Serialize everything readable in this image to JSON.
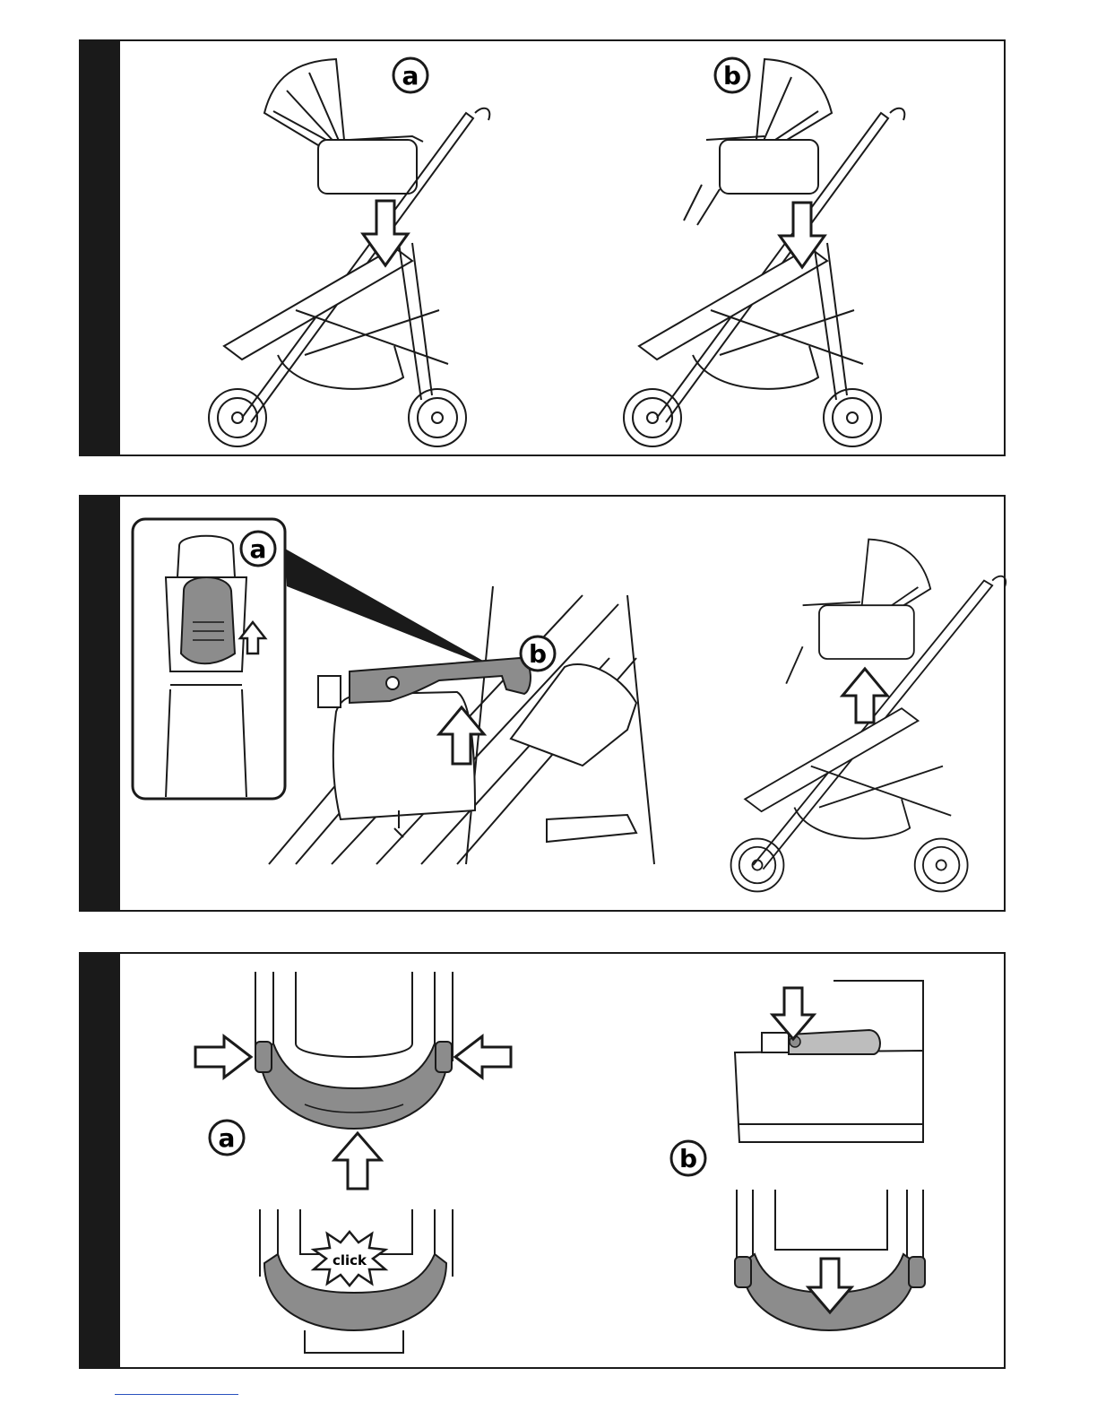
{
  "steps": [
    {
      "id": "step-1",
      "labels": {
        "a": "a",
        "b": "b"
      }
    },
    {
      "id": "step-2",
      "labels": {
        "a": "a",
        "b": "b"
      }
    },
    {
      "id": "step-3",
      "labels": {
        "a": "a",
        "b": "b",
        "click": "click"
      }
    }
  ],
  "colors": {
    "ink": "#1a1a1a",
    "part_gray": "#8c8c8c",
    "light_gray": "#bdbdbd",
    "sidebar": "#1a1a1a"
  }
}
